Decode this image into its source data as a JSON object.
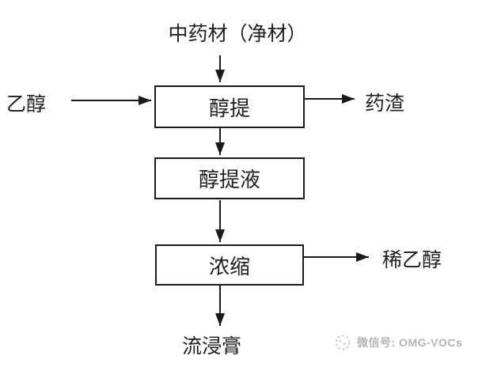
{
  "flowchart": {
    "source": "中药材（净材）",
    "input_ethanol": "乙醇",
    "step_alcohol_extraction": "醇提",
    "output_residue": "药渣",
    "step_extract_liquid": "醇提液",
    "step_concentration": "浓缩",
    "output_dilute_ethanol": "稀乙醇",
    "final_product": "流浸膏"
  },
  "watermark": {
    "label": "微信号: OMG-VOCs"
  },
  "colors": {
    "background": "#ffffff",
    "line": "#1a1a1a",
    "text": "#1f1f1f",
    "watermark": "#b4b4b4"
  }
}
